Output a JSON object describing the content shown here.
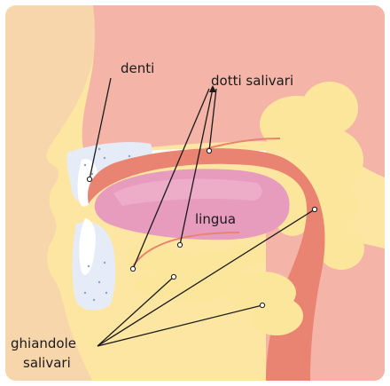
{
  "labels": {
    "teeth": "denti",
    "salivary_ducts": "dotti salivari",
    "tongue": "lingua",
    "salivary_glands_line1": "ghiandole",
    "salivary_glands_line2": "salivari"
  },
  "colors": {
    "background": "#fce6a2",
    "skin": "#f7d6ab",
    "tissue": "#f4b5a8",
    "muscle": "#e88471",
    "muscle_dark": "#d86c5c",
    "tongue": "#e79bbd",
    "tongue_light": "#f0b5cd",
    "gland": "#fbe69b",
    "gland_dark": "#f7d979",
    "teeth": "#ffffff",
    "gum": "#e5ecf7",
    "text": "#1a1a1a",
    "line": "#1a1a1a",
    "border": "#ffffff"
  }
}
